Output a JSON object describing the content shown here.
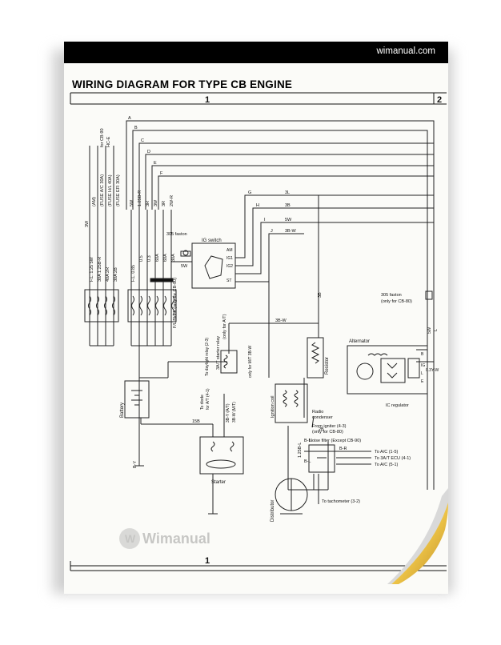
{
  "site": "wimanual.com",
  "title": "WIRING DIAGRAM FOR TYPE CB ENGINE",
  "watermark": "Wimanual",
  "columns": [
    "1",
    "2"
  ],
  "bottom_column": "1",
  "wire_letters": [
    "A",
    "B",
    "C",
    "D",
    "E",
    "F",
    "G",
    "H",
    "I",
    "J"
  ],
  "wire_codes": {
    "g": "3L",
    "h": "3B",
    "i": "5W",
    "j": "3B-W",
    "bw": "3B-W",
    "b15": "15B",
    "by": "B-Y",
    "v3b": "3B",
    "v5w": "5W",
    "v2b": "2B",
    "v125": "1.25B-L",
    "bl1": "B-L",
    "bl2": "B-L",
    "br": "B-R",
    "sw3w": "3W"
  },
  "fuse_labels": [
    "(AM)",
    "(FUSE A/C 30A)",
    "(FUSE H/L 40A)",
    "(FUSE EFI 30A)"
  ],
  "fuse_note": [
    "for CB-90",
    "HC-E"
  ],
  "fl_rows": [
    "F.L. 1.25  5W",
    "30A  1.25B-R",
    "40A  2R",
    "30A  2B"
  ],
  "fl2_rows": [
    "F.L. 0.85",
    "0.5",
    "0.3",
    "60A",
    "60A",
    "30A"
  ],
  "top_wires": [
    "5W",
    "1.25B-R",
    "3R",
    "3W",
    "3R",
    "2W-R"
  ],
  "labels": {
    "faston1": "305 faston",
    "ig_switch": "IG switch",
    "sw5w": "5W",
    "ig_terms": [
      "AM",
      "IG1",
      "IG2",
      "ST"
    ],
    "fl_block": "F/L Block (only for CB-80)",
    "faston2": "305 faston",
    "faston2_note": "(only for CB-80)",
    "starter_relay": [
      "3A/T starter relay",
      "(only for A/T)"
    ],
    "mt_note": "only for M/T 3B-W",
    "daylight": "To daylight relay (2-3)",
    "diode": [
      "To diode",
      "for A/T (4-1)"
    ],
    "wire_3by": [
      "3B-Y (A/T)",
      "3B-W (M/T)"
    ],
    "battery": "Battery",
    "starter": "Starter",
    "resistor": "Resistor",
    "ignition_coil": "Ignition coil",
    "radio_condenser": [
      "Radio",
      "condenser"
    ],
    "from_igniter": [
      "From igniter (4-3)",
      "(only for CB-80)"
    ],
    "noise_filter": "Noise filter (Except CB-90)",
    "to_ac1": "To A/C (1-5)",
    "to_ecu": "To 3A/T ECU (4-1)",
    "to_ac2": "To A/C (5-1)",
    "tachometer": "To tachometer (3-2)",
    "distributor": "Distributor",
    "alternator": "Alternator",
    "alt_terms": [
      "B",
      "IG",
      "L",
      "E"
    ],
    "ic_regulator": "IC regulator",
    "wire_03yw": "0.3Y-W",
    "wire_5w_r": "5W",
    "wire_l": "L"
  }
}
